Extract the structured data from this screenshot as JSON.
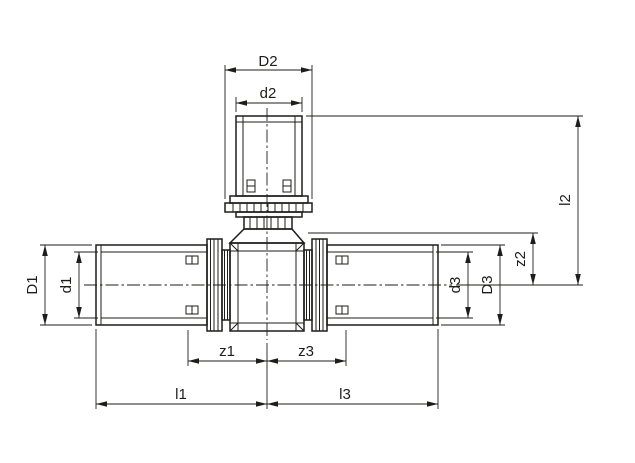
{
  "drawing": {
    "background_color": "#ffffff",
    "line_color": "#1d1d1b",
    "labels": {
      "D2": "D2",
      "d2": "d2",
      "D1": "D1",
      "d1": "d1",
      "d3": "d3",
      "D3": "D3",
      "z2": "z2",
      "l2": "l2",
      "z1": "z1",
      "z3": "z3",
      "l1": "l1",
      "l3": "l3"
    }
  }
}
